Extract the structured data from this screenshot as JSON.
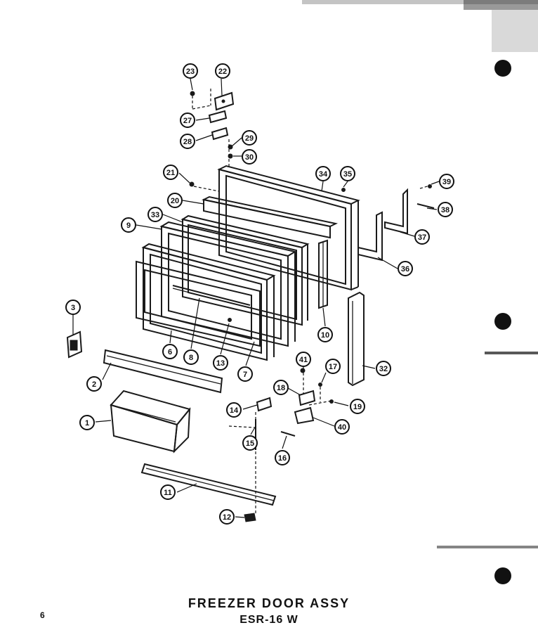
{
  "title": "FREEZER DOOR ASSY",
  "model": "ESR-16 W",
  "page_number": "6",
  "callouts": [
    "1",
    "2",
    "3",
    "6",
    "7",
    "8",
    "9",
    "10",
    "11",
    "12",
    "13",
    "14",
    "15",
    "16",
    "17",
    "18",
    "19",
    "20",
    "21",
    "22",
    "23",
    "27",
    "28",
    "29",
    "30",
    "32",
    "33",
    "34",
    "35",
    "36",
    "37",
    "38",
    "39",
    "40",
    "41"
  ]
}
